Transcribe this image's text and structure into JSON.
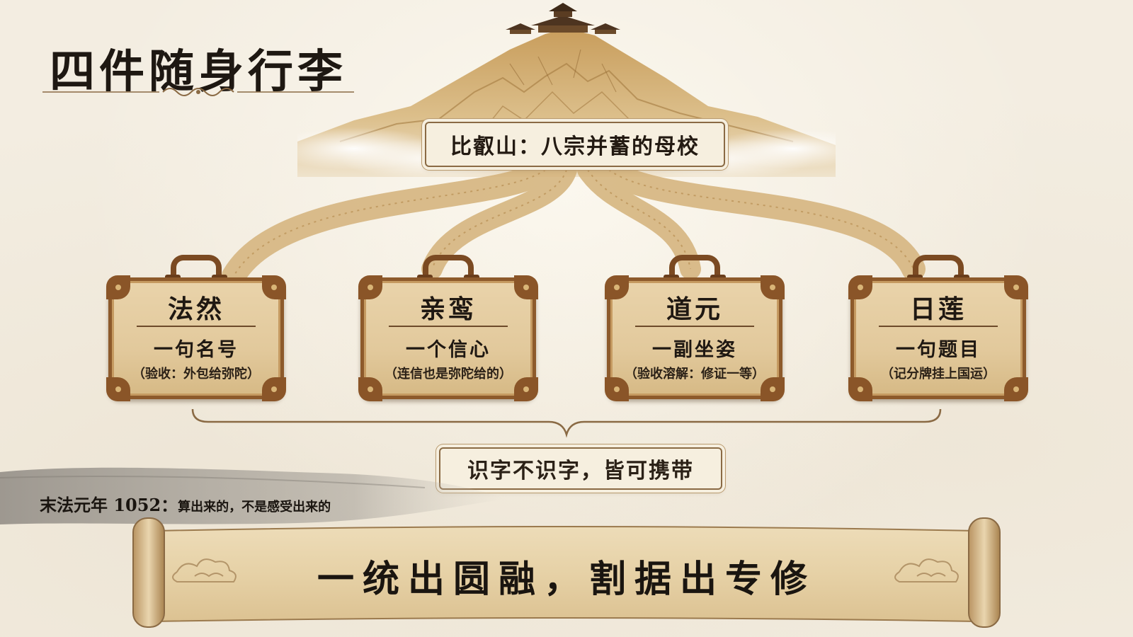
{
  "title": "四件随身行李",
  "summit_label": "比叡山：八宗并蓄的母校",
  "suitcases": [
    {
      "name": "法然",
      "item": "一句名号",
      "note": "（验收：外包给弥陀）"
    },
    {
      "name": "亲鸾",
      "item": "一个信心",
      "note": "（连信也是弥陀给的）"
    },
    {
      "name": "道元",
      "item": "一副坐姿",
      "note": "（验收溶解：修证一等）"
    },
    {
      "name": "日莲",
      "item": "一句题目",
      "note": "（记分牌挂上国运）"
    }
  ],
  "summary_label": "识字不识字，皆可携带",
  "ink_strip": {
    "label": "末法元年 1052：",
    "text": "算出来的，不是感受出来的"
  },
  "scroll_text": "一统出圆融，割据出专修",
  "colors": {
    "paper": "#f3ede1",
    "leather": "#8d5a2b",
    "canvas": "#e6cfa4",
    "ink": "#1e1812"
  }
}
